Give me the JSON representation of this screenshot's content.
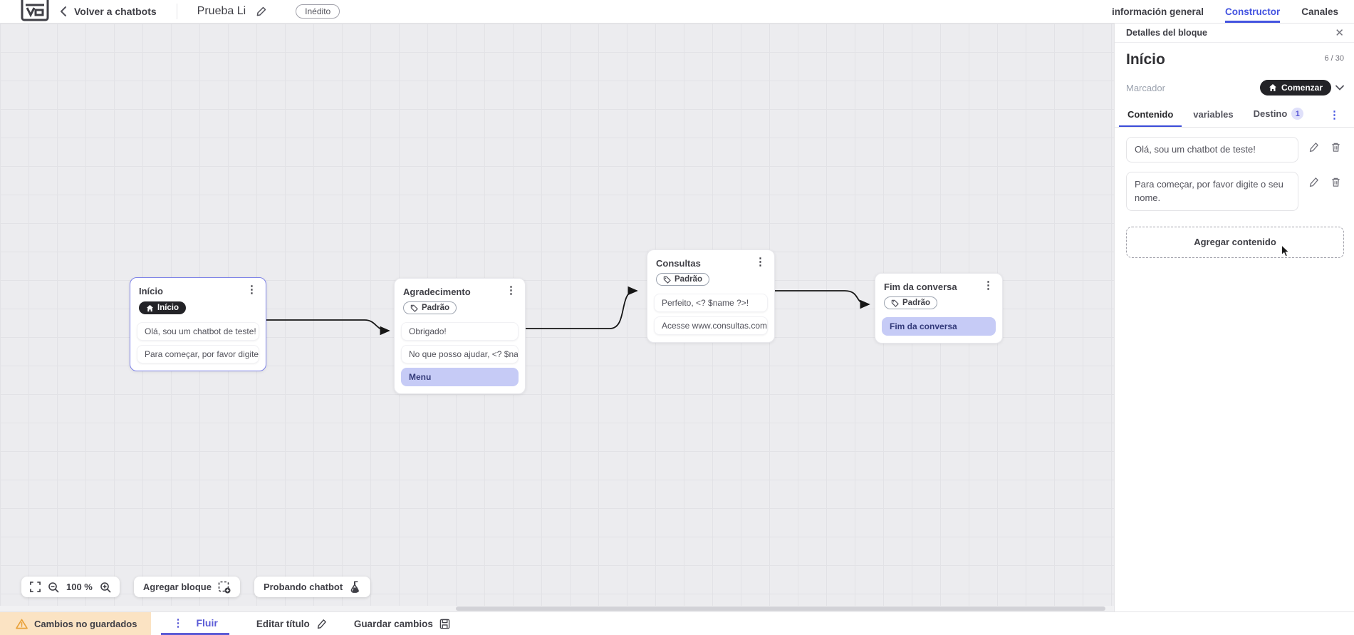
{
  "topbar": {
    "back_label": "Volver a chatbots",
    "doc_title": "Prueba Li",
    "status_badge": "Inédito",
    "tabs": [
      {
        "label": "información general",
        "active": false
      },
      {
        "label": "Constructor",
        "active": true
      },
      {
        "label": "Canales",
        "active": false
      }
    ]
  },
  "panel": {
    "header": "Detalles del bloque",
    "block_title": "Início",
    "char_counter": "6 / 30",
    "marker_label": "Marcador",
    "marker_value": "Comenzar",
    "tabs": [
      {
        "label": "Contenido",
        "active": true
      },
      {
        "label": "variables",
        "active": false
      },
      {
        "label": "Destino",
        "badge": "1",
        "active": false
      }
    ],
    "contents": [
      "Olá, sou um chatbot de teste!",
      "Para começar, por favor digite o seu nome."
    ],
    "add_content_label": "Agregar contenido"
  },
  "canvas": {
    "zoom_level": "100 %",
    "add_block_label": "Agregar bloque",
    "test_chatbot_label": "Probando chatbot",
    "nodes": [
      {
        "title": "Início",
        "badge": "Início",
        "selected": true,
        "rows": [
          {
            "text": "Olá, sou um chatbot de teste!"
          },
          {
            "text": "Para começar, por favor digite o ..."
          }
        ]
      },
      {
        "title": "Agradecimento",
        "badge": "Padrão",
        "rows": [
          {
            "text": "Obrigado!"
          },
          {
            "text": "No que posso ajudar, <? $name ..."
          },
          {
            "text": "Menu",
            "highlight": true
          }
        ]
      },
      {
        "title": "Consultas",
        "badge": "Padrão",
        "rows": [
          {
            "text": "Perfeito, <? $name ?>!"
          },
          {
            "text": "Acesse www.consultas.com par..."
          }
        ]
      },
      {
        "title": "Fim da conversa",
        "badge": "Padrão",
        "rows": [
          {
            "text": "Fim da conversa",
            "highlight": true
          }
        ]
      }
    ]
  },
  "bottombar": {
    "unsaved_label": "Cambios no guardados",
    "flow_tab_label": "Fluir",
    "edit_title_label": "Editar título",
    "save_label": "Guardar cambios"
  },
  "colors": {
    "accent_indigo": "#4353e0",
    "flow_purple": "#5b5bd6",
    "highlight_row": "#c6cbf6",
    "dark_badge": "#232327",
    "warning_bg": "#fbe3c3",
    "warning_icon": "#e9a23b",
    "canvas_bg": "#ececef",
    "selected_node_border": "#7d82e8"
  }
}
